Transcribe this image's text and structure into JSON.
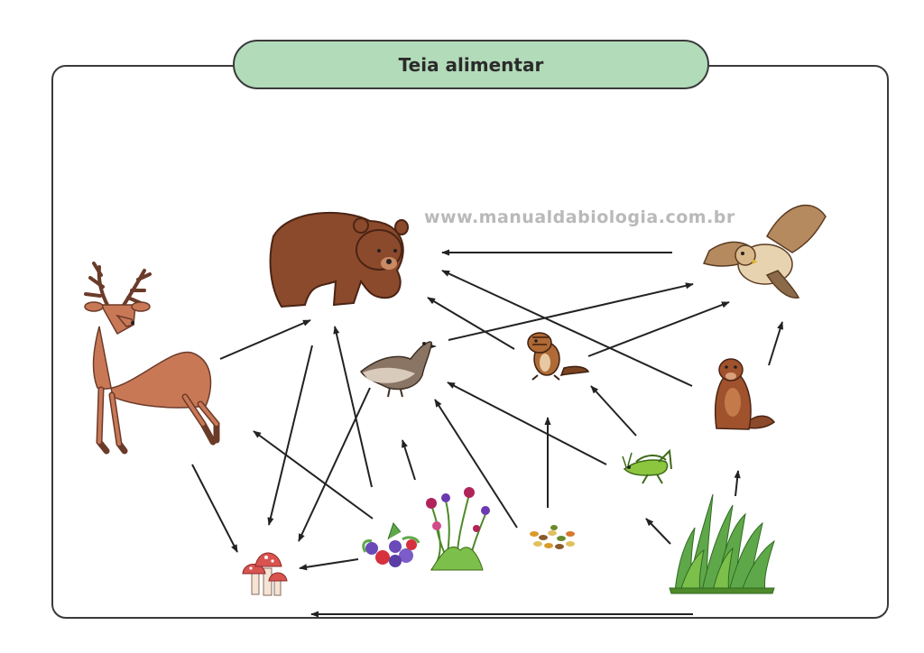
{
  "title": "Teia alimentar",
  "watermark": "www.manualdabiologia.com.br",
  "organisms": [
    {
      "id": "deer",
      "icon": "deer-icon"
    },
    {
      "id": "bear",
      "icon": "bear-icon"
    },
    {
      "id": "owl",
      "icon": "owl-icon"
    },
    {
      "id": "grouse",
      "icon": "grouse-icon"
    },
    {
      "id": "chipmunk",
      "icon": "chipmunk-icon"
    },
    {
      "id": "marmot",
      "icon": "marmot-icon"
    },
    {
      "id": "grasshopper",
      "icon": "grasshopper-icon"
    },
    {
      "id": "mushrooms",
      "icon": "mushrooms-icon"
    },
    {
      "id": "berries",
      "icon": "berries-icon"
    },
    {
      "id": "flowers",
      "icon": "flowers-icon"
    },
    {
      "id": "seeds",
      "icon": "seeds-icon"
    },
    {
      "id": "grass",
      "icon": "grass-icon"
    }
  ],
  "links": [
    {
      "from": "deer",
      "to": "bear"
    },
    {
      "from": "deer",
      "to": "mushrooms"
    },
    {
      "from": "bear",
      "to": "mushrooms"
    },
    {
      "from": "owl",
      "to": "bear"
    },
    {
      "from": "chipmunk",
      "to": "bear"
    },
    {
      "from": "marmot",
      "to": "bear"
    },
    {
      "from": "grouse",
      "to": "owl"
    },
    {
      "from": "chipmunk",
      "to": "owl"
    },
    {
      "from": "marmot",
      "to": "owl"
    },
    {
      "from": "grouse",
      "to": "mushrooms"
    },
    {
      "from": "berries",
      "to": "bear"
    },
    {
      "from": "berries",
      "to": "deer"
    },
    {
      "from": "berries",
      "to": "mushrooms"
    },
    {
      "from": "flowers",
      "to": "grouse"
    },
    {
      "from": "seeds",
      "to": "grouse"
    },
    {
      "from": "seeds",
      "to": "chipmunk"
    },
    {
      "from": "grasshopper",
      "to": "grouse"
    },
    {
      "from": "grasshopper",
      "to": "chipmunk"
    },
    {
      "from": "grass",
      "to": "marmot"
    },
    {
      "from": "grass",
      "to": "grasshopper"
    },
    {
      "from": "grass",
      "to": "mushrooms"
    }
  ]
}
